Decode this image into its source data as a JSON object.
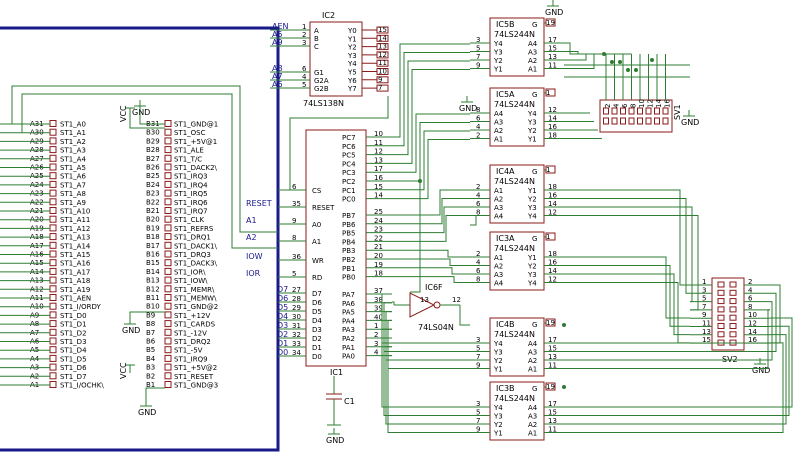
{
  "ic2": {
    "name": "IC2",
    "value": "74LS138N",
    "left_pins": [
      {
        "num": "1",
        "label": "A"
      },
      {
        "num": "2",
        "label": "B"
      },
      {
        "num": "3",
        "label": "C"
      },
      {
        "num": "6",
        "label": "G1"
      },
      {
        "num": "4",
        "label": "G2A"
      },
      {
        "num": "5",
        "label": "G2B"
      }
    ],
    "right_pins": [
      {
        "num": "15",
        "label": "Y0"
      },
      {
        "num": "14",
        "label": "Y1"
      },
      {
        "num": "13",
        "label": "Y2"
      },
      {
        "num": "12",
        "label": "Y3"
      },
      {
        "num": "11",
        "label": "Y4"
      },
      {
        "num": "10",
        "label": "Y5"
      },
      {
        "num": "9",
        "label": "Y6"
      },
      {
        "num": "7",
        "label": "Y7"
      }
    ],
    "nets": [
      "AEN",
      "A5",
      "A9",
      "A8",
      "A7",
      "A6"
    ]
  },
  "ic1": {
    "name": "IC1",
    "left_pins": [
      {
        "num": "6",
        "label": "CS",
        "net": ""
      },
      {
        "num": "35",
        "label": "RESET",
        "net": "RESET"
      },
      {
        "num": "9",
        "label": "A0",
        "net": "A1"
      },
      {
        "num": "8",
        "label": "A1",
        "net": "A2"
      },
      {
        "num": "36",
        "label": "WR",
        "net": "IOW"
      },
      {
        "num": "5",
        "label": "RD",
        "net": "IOR"
      },
      {
        "num": "27",
        "label": "D7",
        "net": "D7"
      },
      {
        "num": "28",
        "label": "D6",
        "net": "D6"
      },
      {
        "num": "29",
        "label": "D5",
        "net": "D5"
      },
      {
        "num": "30",
        "label": "D4",
        "net": "D4"
      },
      {
        "num": "31",
        "label": "D3",
        "net": "D3"
      },
      {
        "num": "32",
        "label": "D2",
        "net": "D2"
      },
      {
        "num": "33",
        "label": "D1",
        "net": "D1"
      },
      {
        "num": "34",
        "label": "D0",
        "net": "D0"
      }
    ],
    "right_pins": [
      {
        "num": "10",
        "label": "PC7"
      },
      {
        "num": "11",
        "label": "PC6"
      },
      {
        "num": "12",
        "label": "PC5"
      },
      {
        "num": "13",
        "label": "PC4"
      },
      {
        "num": "17",
        "label": "PC3"
      },
      {
        "num": "16",
        "label": "PC2"
      },
      {
        "num": "15",
        "label": "PC1"
      },
      {
        "num": "14",
        "label": "PC0"
      },
      {
        "num": "25",
        "label": "PB7"
      },
      {
        "num": "24",
        "label": "PB6"
      },
      {
        "num": "23",
        "label": "PB5"
      },
      {
        "num": "22",
        "label": "PB4"
      },
      {
        "num": "21",
        "label": "PB3"
      },
      {
        "num": "20",
        "label": "PB2"
      },
      {
        "num": "19",
        "label": "PB1"
      },
      {
        "num": "18",
        "label": "PB0"
      },
      {
        "num": "37",
        "label": "PA7"
      },
      {
        "num": "38",
        "label": "PA6"
      },
      {
        "num": "39",
        "label": "PA5"
      },
      {
        "num": "40",
        "label": "PA4"
      },
      {
        "num": "1",
        "label": "PA3"
      },
      {
        "num": "2",
        "label": "PA2"
      },
      {
        "num": "3",
        "label": "PA1"
      },
      {
        "num": "4",
        "label": "PA0"
      }
    ]
  },
  "st1_left": [
    {
      "pin": "A31",
      "label": "ST1_A0"
    },
    {
      "pin": "A30",
      "label": "ST1_A1"
    },
    {
      "pin": "A29",
      "label": "ST1_A2"
    },
    {
      "pin": "A28",
      "label": "ST1_A3"
    },
    {
      "pin": "A27",
      "label": "ST1_A4"
    },
    {
      "pin": "A26",
      "label": "ST1_A5"
    },
    {
      "pin": "A25",
      "label": "ST1_A6"
    },
    {
      "pin": "A24",
      "label": "ST1_A7"
    },
    {
      "pin": "A23",
      "label": "ST1_A8"
    },
    {
      "pin": "A22",
      "label": "ST1_A9"
    },
    {
      "pin": "A21",
      "label": "ST1_A10"
    },
    {
      "pin": "A20",
      "label": "ST1_A11"
    },
    {
      "pin": "A19",
      "label": "ST1_A12"
    },
    {
      "pin": "A18",
      "label": "ST1_A13"
    },
    {
      "pin": "A17",
      "label": "ST1_A14"
    },
    {
      "pin": "A16",
      "label": "ST1_A15"
    },
    {
      "pin": "A15",
      "label": "ST1_A16"
    },
    {
      "pin": "A14",
      "label": "ST1_A17"
    },
    {
      "pin": "A13",
      "label": "ST1_A18"
    },
    {
      "pin": "A12",
      "label": "ST1_A19"
    },
    {
      "pin": "A11",
      "label": "ST1_AEN"
    },
    {
      "pin": "A10",
      "label": "ST1_I/ORDY"
    },
    {
      "pin": "A9",
      "label": "ST1_D0"
    },
    {
      "pin": "A8",
      "label": "ST1_D1"
    },
    {
      "pin": "A7",
      "label": "ST1_D2"
    },
    {
      "pin": "A6",
      "label": "ST1_D3"
    },
    {
      "pin": "A5",
      "label": "ST1_D4"
    },
    {
      "pin": "A4",
      "label": "ST1_D5"
    },
    {
      "pin": "A3",
      "label": "ST1_D6"
    },
    {
      "pin": "A2",
      "label": "ST1_D7"
    },
    {
      "pin": "A1",
      "label": "ST1_I/OCHK\\"
    }
  ],
  "st1_right": [
    {
      "pin": "B31",
      "label": "ST1_GND@1"
    },
    {
      "pin": "B30",
      "label": "ST1_OSC"
    },
    {
      "pin": "B29",
      "label": "ST1_+5V@1"
    },
    {
      "pin": "B28",
      "label": "ST1_ALE"
    },
    {
      "pin": "B27",
      "label": "ST1_T/C"
    },
    {
      "pin": "B26",
      "label": "ST1_DACK2\\"
    },
    {
      "pin": "B25",
      "label": "ST1_IRQ3"
    },
    {
      "pin": "B24",
      "label": "ST1_IRQ4"
    },
    {
      "pin": "B23",
      "label": "ST1_IRQ5"
    },
    {
      "pin": "B22",
      "label": "ST1_IRQ6"
    },
    {
      "pin": "B21",
      "label": "ST1_IRQ7"
    },
    {
      "pin": "B20",
      "label": "ST1_CLK"
    },
    {
      "pin": "B19",
      "label": "ST1_REFRS"
    },
    {
      "pin": "B18",
      "label": "ST1_DRQ1"
    },
    {
      "pin": "B17",
      "label": "ST1_DACK1\\"
    },
    {
      "pin": "B16",
      "label": "ST1_DRQ3"
    },
    {
      "pin": "B15",
      "label": "ST1_DACK3\\"
    },
    {
      "pin": "B14",
      "label": "ST1_IOR\\"
    },
    {
      "pin": "B13",
      "label": "ST1_IOW\\"
    },
    {
      "pin": "B12",
      "label": "ST1_MEMR\\"
    },
    {
      "pin": "B11",
      "label": "ST1_MEMW\\"
    },
    {
      "pin": "B10",
      "label": "ST1_GND@2"
    },
    {
      "pin": "B9",
      "label": "ST1_+12V"
    },
    {
      "pin": "B8",
      "label": "ST1_CARDS"
    },
    {
      "pin": "B7",
      "label": "ST1_-12V"
    },
    {
      "pin": "B6",
      "label": "ST1_DRQ2"
    },
    {
      "pin": "B5",
      "label": "ST1_-5V"
    },
    {
      "pin": "B4",
      "label": "ST1_IRQ9"
    },
    {
      "pin": "B3",
      "label": "ST1_+5V@2"
    },
    {
      "pin": "B2",
      "label": "ST1_RESET"
    },
    {
      "pin": "B1",
      "label": "ST1_GND@3"
    }
  ],
  "buffers": [
    {
      "name": "IC5B",
      "value": "74LS244N",
      "enable_pin": "19",
      "left": [
        [
          "3",
          "Y4"
        ],
        [
          "5",
          "Y3"
        ],
        [
          "7",
          "Y2"
        ],
        [
          "9",
          "Y1"
        ]
      ],
      "right": [
        [
          "17",
          "A4"
        ],
        [
          "15",
          "A3"
        ],
        [
          "13",
          "A2"
        ],
        [
          "11",
          "A1"
        ]
      ]
    },
    {
      "name": "IC5A",
      "value": "74LS244N",
      "enable_pin": "1",
      "left": [
        [
          "8",
          "A4"
        ],
        [
          "6",
          "A3"
        ],
        [
          "4",
          "A2"
        ],
        [
          "2",
          "A1"
        ]
      ],
      "right": [
        [
          "12",
          "Y4"
        ],
        [
          "14",
          "Y3"
        ],
        [
          "16",
          "Y2"
        ],
        [
          "18",
          "Y1"
        ]
      ]
    },
    {
      "name": "IC4A",
      "value": "74LS244N",
      "enable_pin": "1",
      "left": [
        [
          "2",
          "A1"
        ],
        [
          "4",
          "A2"
        ],
        [
          "6",
          "A3"
        ],
        [
          "8",
          "A4"
        ]
      ],
      "right": [
        [
          "18",
          "Y1"
        ],
        [
          "16",
          "Y2"
        ],
        [
          "14",
          "Y3"
        ],
        [
          "12",
          "Y4"
        ]
      ]
    },
    {
      "name": "IC3A",
      "value": "74LS244N",
      "enable_pin": "1",
      "left": [
        [
          "2",
          "A1"
        ],
        [
          "4",
          "A2"
        ],
        [
          "6",
          "A3"
        ],
        [
          "8",
          "A4"
        ]
      ],
      "right": [
        [
          "18",
          "Y1"
        ],
        [
          "16",
          "Y2"
        ],
        [
          "14",
          "Y3"
        ],
        [
          "12",
          "Y4"
        ]
      ]
    },
    {
      "name": "IC4B",
      "value": "74LS244N",
      "enable_pin": "19",
      "left": [
        [
          "3",
          "Y4"
        ],
        [
          "5",
          "Y3"
        ],
        [
          "7",
          "Y2"
        ],
        [
          "9",
          "Y1"
        ]
      ],
      "right": [
        [
          "17",
          "A4"
        ],
        [
          "15",
          "A3"
        ],
        [
          "13",
          "A2"
        ],
        [
          "11",
          "A1"
        ]
      ]
    },
    {
      "name": "IC3B",
      "value": "74LS244N",
      "enable_pin": "19",
      "left": [
        [
          "3",
          "Y4"
        ],
        [
          "5",
          "Y3"
        ],
        [
          "7",
          "Y2"
        ],
        [
          "9",
          "Y1"
        ]
      ],
      "right": [
        [
          "17",
          "A4"
        ],
        [
          "15",
          "A3"
        ],
        [
          "13",
          "A2"
        ],
        [
          "11",
          "A1"
        ]
      ]
    }
  ],
  "g_label": "G",
  "inverter": {
    "name": "IC6F",
    "value": "74LS04N",
    "in_pin": "13",
    "out_pin": "12"
  },
  "sv1": {
    "name": "SV1",
    "pins_top": [
      "2",
      "4",
      "6",
      "8",
      "10",
      "12",
      "14",
      "16"
    ],
    "pins_bottom": [
      "1",
      "3",
      "5",
      "7",
      "9",
      "11",
      "13",
      "15"
    ]
  },
  "sv2": {
    "name": "SV2",
    "left": [
      "1",
      "3",
      "5",
      "7",
      "9",
      "11",
      "13",
      "15"
    ],
    "right": [
      "2",
      "4",
      "6",
      "8",
      "10",
      "12",
      "14",
      "16"
    ]
  },
  "cap": {
    "name": "C1"
  },
  "power": {
    "gnd": "GND",
    "vcc": "VCC"
  }
}
